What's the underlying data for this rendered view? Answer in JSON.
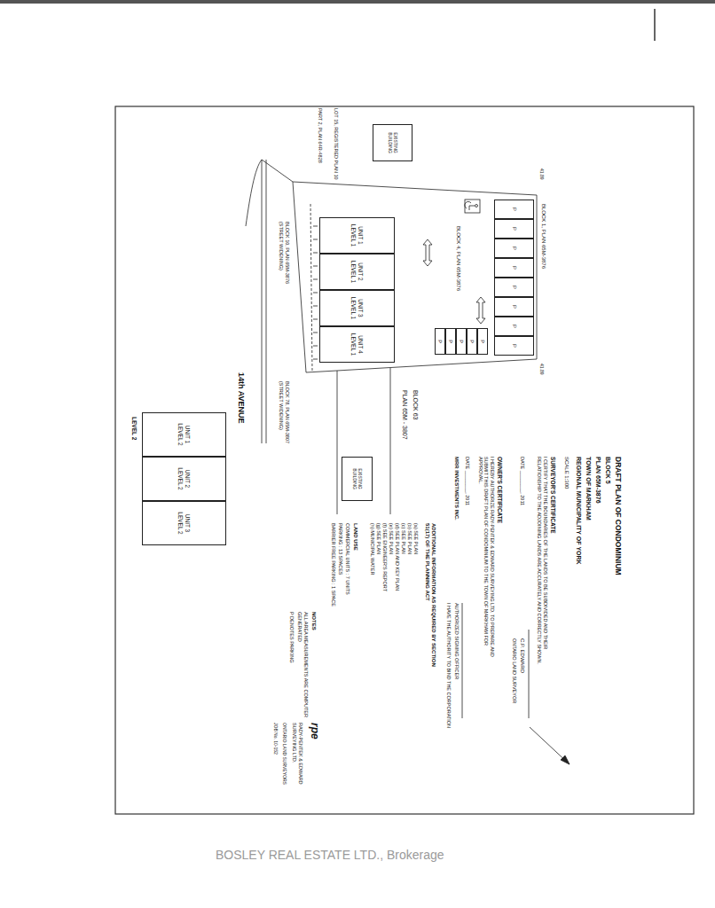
{
  "diagram": {
    "title": "DRAFT PLAN OF CONDOMINIUM",
    "nodes": [
      {
        "text": [
          "EXISTING BUILDING"
        ]
      },
      {
        "text": [
          "UNIT 1",
          "LEVEL 1"
        ]
      },
      {
        "text": [
          "UNIT 2",
          "LEVEL 1"
        ]
      },
      {
        "text": [
          "UNIT 3",
          "LEVEL 1"
        ]
      },
      {
        "text": [
          "UNIT 4",
          "LEVEL 1"
        ]
      },
      {
        "text": [
          "P"
        ]
      },
      {
        "text": [
          "P"
        ]
      },
      {
        "text": [
          "P"
        ]
      },
      {
        "text": [
          "P"
        ]
      },
      {
        "text": [
          "P"
        ]
      },
      {
        "text": [
          "P"
        ]
      },
      {
        "text": [
          "P"
        ]
      },
      {
        "text": [
          "P"
        ]
      },
      {
        "text": [
          "P"
        ]
      },
      {
        "text": [
          "P"
        ]
      },
      {
        "text": [
          "P"
        ]
      },
      {
        "text": [
          "P"
        ]
      },
      {
        "text": [
          "P"
        ]
      },
      {
        "text": [
          "EXISTING BUILDING"
        ]
      },
      {
        "text": [
          "UNIT 1",
          "LEVEL 2"
        ]
      },
      {
        "text": [
          "UNIT 2",
          "LEVEL 2"
        ]
      },
      {
        "text": [
          "UNIT 3",
          "LEVEL 2"
        ]
      }
    ],
    "labels": [
      "14th AVENUE",
      "LEVEL 2",
      "PART 2, PLAN 64R-4828",
      "LOT 15, REGISTERED PLAN 10",
      "BLOCK 1, PLAN 65M-3876",
      "41.89",
      "41.89",
      "BLOCK 4, PLAN 65M-3876",
      "BLOCK 10, PLAN 65M-3876 (STREET WIDENING)",
      "BLOCK 78, PLAN 65M-3807 (STREET WIDENING)",
      "BLOCK 63",
      "PLAN 65M - 3807",
      "BLOCK 5",
      "PLAN 65M-3876",
      "TOWN OF MARKHAM",
      "REGIONAL MUNICIPALITY OF YORK",
      "SCALE 1:300",
      "SURVEYOR'S CERTIFICATE",
      "I CERTIFY THAT THE BOUNDARIES OF THE LANDS TO BE SUBDIVIDED AND THEIR RELATIONSHIP TO THE ADJOINING LANDS ARE ACCURATELY AND CORRECTLY SHOWN.",
      "DATE ________, 2011",
      "C.P. EDWARD",
      "ONTARIO LAND SURVEYOR",
      "OWNER'S CERTIFICATE",
      "I HEREBY AUTHORIZE RADY-PENTEK & EDWARD SURVEYING LTD. TO PREPARE AND SUBMIT THIS DRAFT PLAN OF CONDOMINIUM TO THE TOWN OF MARKHAM FOR APPROVAL.",
      "DATE ________, 2011",
      "MRR INVESTMENTS INC.",
      "AUTHORIZED SIGNING OFFICER",
      "I HAVE THE AUTHORITY TO BIND THE CORPORATION",
      "ADDITIONAL INFORMATION AS REQUIRED BY SECTION 51(17) OF THE PLANNING ACT",
      "(a) SEE PLAN",
      "(b) SEE PLAN",
      "(c) SEE PLAN",
      "(d) SEE PLAN AND KEY PLAN",
      "(e) SEE PLAN",
      "(f) SEE ENGINEER'S REPORT",
      "(g) SEE PLAN",
      "(h) MUNICIPAL WATER",
      "LAND USE",
      "COMMERCIAL UNITS : 7 UNITS",
      "PARKING : 13 SPACES",
      "BARRIER FREE PARKING : 1 SPACE",
      "NOTES",
      "ALL AREA MEASUREMENTS ARE COMPUTER GENERATED",
      "P DENOTES PARKING",
      "rpe",
      "RADY-PENTEK & EDWARD SURVEYING LTD.",
      "ONTARIO LAND SURVEYORS",
      "JOB No. 10-152",
      "BOSLEY REAL ESTATE LTD., Brokerage"
    ]
  }
}
